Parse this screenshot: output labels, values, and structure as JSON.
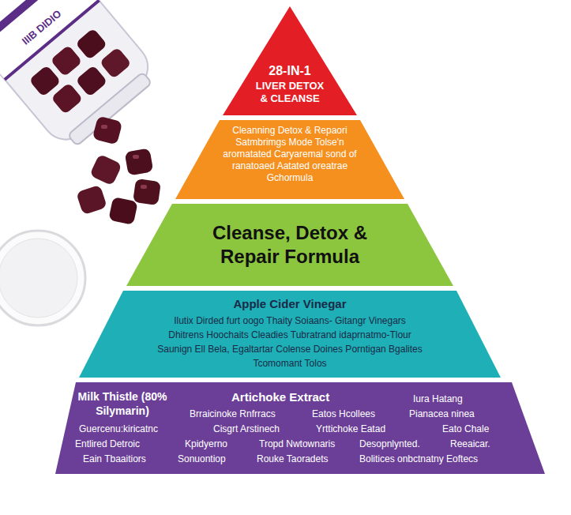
{
  "diagram": {
    "nodes": [
      {
        "text": [
          "28-IN-1",
          "LIVER DETOX & CLEANSE"
        ]
      },
      {
        "text": [
          "Cleanning Detox & Repaori Satmbrimgs Mode Tolse'n arornatated Caryaremal sond of ranatoaed Aatated oreatrae Gchormula"
        ]
      },
      {
        "text": [
          "Cleanse, Detox & Repair Formula"
        ]
      },
      {
        "text": [
          "Apple Cider Vinegar",
          "Ilutix Dirded furt oogo Thaity Soiaans- Gitangr Vinegars",
          "Dhitrens Hoochaits Cleadies Tubratrand idaprnatmo-Tlour",
          "Saunign Ell Bela, Egaltartar Colense Doines Porntigan Bgalites",
          "Tcomomant Tolos"
        ]
      },
      {
        "text": [
          "Milk Thistle (80% Silymarin)",
          "Artichoke Extract",
          "Iura Hatang",
          "Brraicinoke Rnfrracs",
          "Eatos Hcollees",
          "Pianacea ninea",
          "Guercenu:kiricatnc",
          "Cisgrt Arstinech",
          "Yrttichoke Eatad",
          "Eato Chale",
          "Entlired Detroic",
          "Kpidyerno",
          "Tropd Nwtownaris",
          "Desopnlynted.",
          "Reeaicar.",
          "Eain Tbaaitiors",
          "Sonuontiop",
          "Rouke Taoradets",
          "Bolitices onbctnatny Eoftecs"
        ]
      }
    ],
    "labels": [
      "IIIB DIDIO"
    ]
  }
}
